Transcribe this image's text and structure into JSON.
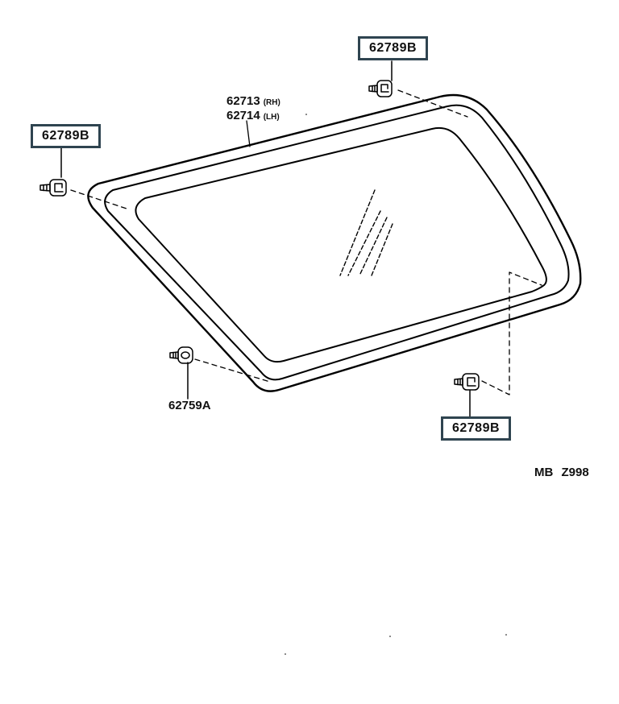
{
  "parts": {
    "glass_rh": {
      "number": "62713",
      "side": "(RH)"
    },
    "glass_lh": {
      "number": "62714",
      "side": "(LH)"
    },
    "clip_top": "62789B",
    "clip_left": "62789B",
    "clip_bottom_right": "62789B",
    "clip_bottom_left": "62759A"
  },
  "footer": {
    "code_prefix": "MB",
    "code_number": "Z998"
  },
  "colors": {
    "line": "#000000",
    "callout_border": "#2f4450"
  }
}
